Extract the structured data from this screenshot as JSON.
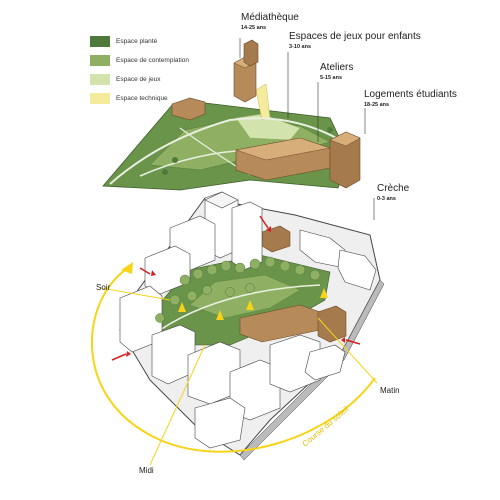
{
  "legend": [
    {
      "label": "Espace planté",
      "color": "#4f7a3b"
    },
    {
      "label": "Espace de contemplation",
      "color": "#8fb062"
    },
    {
      "label": "Espace de jeux",
      "color": "#d3e3ad"
    },
    {
      "label": "Espace technique",
      "color": "#f4ec9c"
    }
  ],
  "programs": {
    "mediatheque": {
      "name": "Médiathèque",
      "ages": "14-25 ans"
    },
    "jeux": {
      "name": "Espaces de jeux pour enfants",
      "ages": "3-10 ans"
    },
    "ateliers": {
      "name": "Ateliers",
      "ages": "5-15 ans"
    },
    "logements": {
      "name": "Logements étudiants",
      "ages": "18-25 ans"
    },
    "creche": {
      "name": "Crèche",
      "ages": "0-3 ans"
    }
  },
  "sun": {
    "soir": "Soir",
    "midi": "Midi",
    "matin": "Matin",
    "course": "Course du soleil"
  },
  "colors": {
    "building": "#b78a5a",
    "building_dark": "#8a6440",
    "sun_path": "#f7d417",
    "arrow": "#d62020"
  }
}
